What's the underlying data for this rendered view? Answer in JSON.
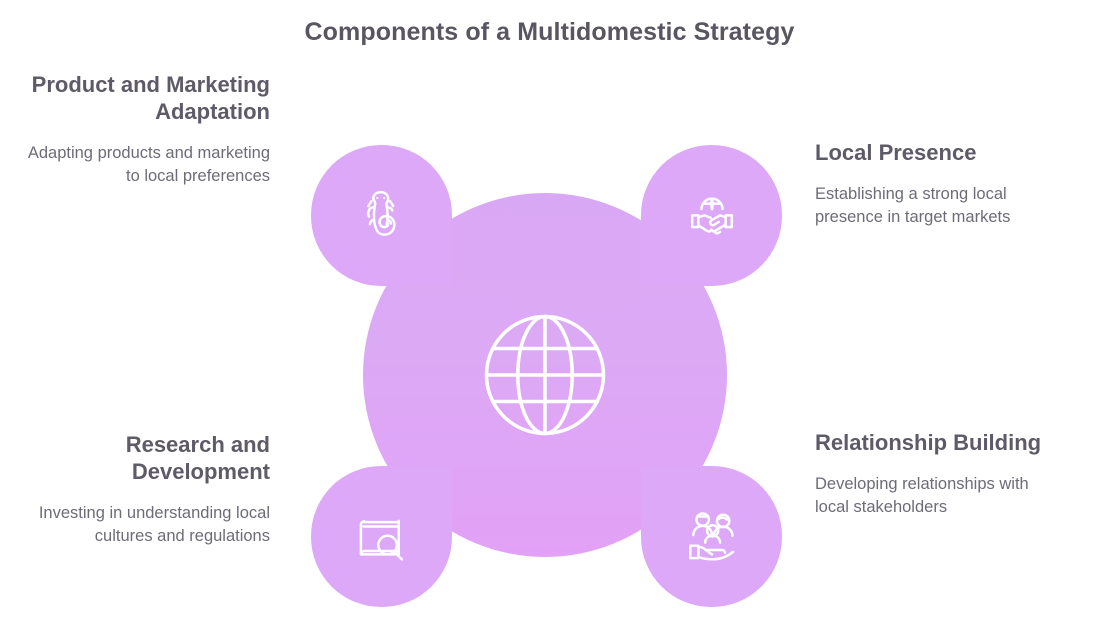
{
  "diagram": {
    "title": "Components of a Multidomestic Strategy",
    "center": {
      "icon": "globe-icon",
      "accent_color": "#dca9f5",
      "gradient_top": "#d9a8f4",
      "gradient_bottom": "#e2a1f6"
    },
    "node_color": "#dda8f7",
    "heading_color": "#5e5a68",
    "body_color": "#6e6b79",
    "components": [
      {
        "position": "top-left",
        "heading": "Product and Marketing Adaptation",
        "description": "Adapting products and marketing to local preferences",
        "icon": "chameleon-icon"
      },
      {
        "position": "top-right",
        "heading": "Local Presence",
        "description": "Establishing a strong local presence in target markets",
        "icon": "handshake-globe-icon"
      },
      {
        "position": "bottom-left",
        "heading": "Research and Development",
        "description": "Investing in understanding local cultures and regulations",
        "icon": "book-magnifier-icon"
      },
      {
        "position": "bottom-right",
        "heading": "Relationship Building",
        "description": "Developing relationships with local stakeholders",
        "icon": "hand-people-icon"
      }
    ]
  }
}
